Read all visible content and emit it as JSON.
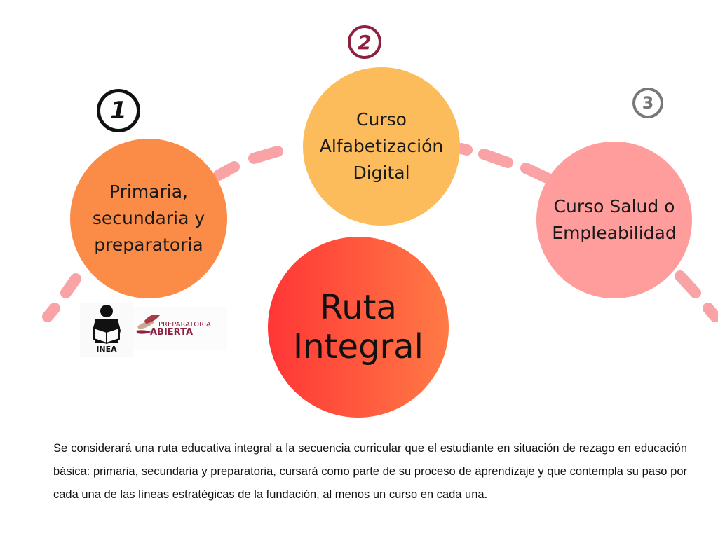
{
  "steps": [
    {
      "number": "1",
      "label": "Primaria,\nsecundaria y\npreparatoria"
    },
    {
      "number": "2",
      "label": "Curso\nAlfabetización\nDigital"
    },
    {
      "number": "3",
      "label": "Curso Salud o\nEmpleabilidad"
    }
  ],
  "center": {
    "label": "Ruta\nIntegral"
  },
  "logos": {
    "inea_text": "INEA",
    "prepa_line1": "PREPARATORIA",
    "prepa_line2": "ABIERTA"
  },
  "description": "Se considerará una ruta educativa integral a la secuencia curricular que el estudiante en situación de rezago en educación básica: primaria, secundaria y preparatoria, cursará como parte de su proceso de aprendizaje y que contempla su paso por cada una de las líneas estratégicas de la fundación, al menos un curso en cada una.",
  "colors": {
    "step1": "#fb8c47",
    "step2": "#fcbc5c",
    "step3": "#ff9d9d",
    "center_start": "#ff3636",
    "center_end": "#ff7a45",
    "dashes": "#f9a3a6",
    "number2": "#8e2040"
  }
}
